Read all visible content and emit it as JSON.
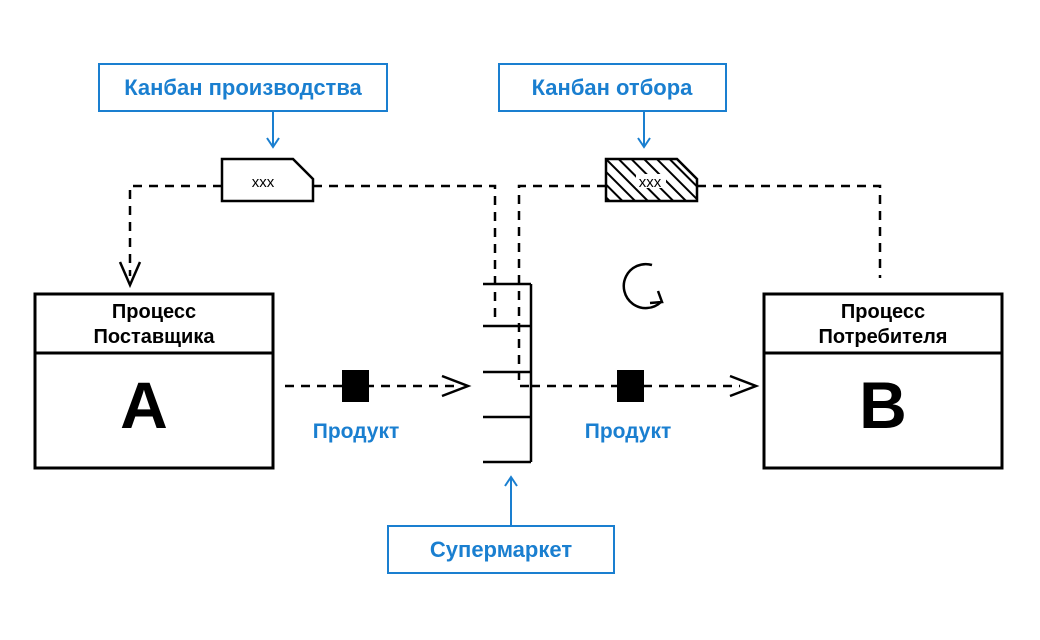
{
  "labels": {
    "production_kanban": "Канбан производства",
    "withdrawal_kanban": "Канбан отбора",
    "supermarket": "Супермаркет",
    "product_left": "Продукт",
    "product_right": "Продукт"
  },
  "cards": {
    "production_card_text": "xxx",
    "withdrawal_card_text": "xxx"
  },
  "processes": {
    "supplier": {
      "title_line1": "Процесс",
      "title_line2": "Поставщика",
      "letter": "A"
    },
    "consumer": {
      "title_line1": "Процесс",
      "title_line2": "Потребителя",
      "letter": "B"
    }
  },
  "colors": {
    "accent": "#1a7fd0",
    "ink": "#000000",
    "background": "#ffffff"
  }
}
